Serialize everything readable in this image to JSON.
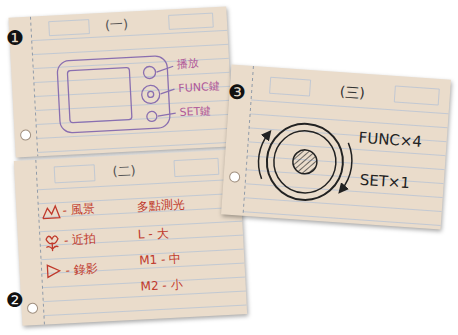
{
  "diagram": {
    "nodes": [
      {
        "text": [
          "(一)",
          "播放",
          "FUNC鍵",
          "SET鍵"
        ]
      },
      {
        "text": [
          "(二)",
          "- 風景",
          "- 近拍",
          "- 錄影",
          "多點測光",
          "L - 大",
          "M1 - 中",
          "M2 - 小"
        ]
      },
      {
        "text": [
          "(三)",
          "FUNC×4",
          "SET×1"
        ]
      }
    ],
    "labels": [
      "❶",
      "❷",
      "❸"
    ]
  }
}
